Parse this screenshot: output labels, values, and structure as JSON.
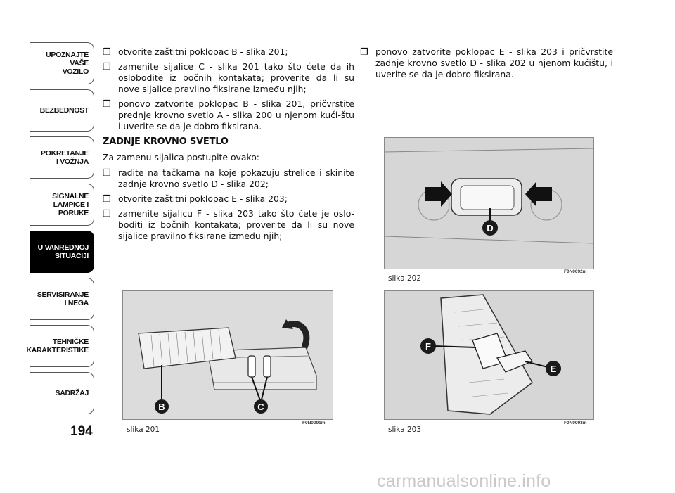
{
  "nav": {
    "tabs": [
      {
        "label": "UPOZNAJTE\nVAŠE\nVOZILO",
        "active": false
      },
      {
        "label": "BEZBEDNOST",
        "active": false
      },
      {
        "label": "POKRETANJE\nI VOŽNJA",
        "active": false
      },
      {
        "label": "SIGNALNE\nLAMPICE I PORUKE",
        "active": false
      },
      {
        "label": "U VANREDNOJ\nSITUACIJI",
        "active": true
      },
      {
        "label": "SERVISIRANJE\nI NEGA",
        "active": false
      },
      {
        "label": "TEHNIČKE\nKARAKTERISTIKE",
        "active": false
      },
      {
        "label": "SADRŽAJ",
        "active": false
      }
    ],
    "page_number": "194"
  },
  "left_column": {
    "items_top": [
      "otvorite zaštitni poklopac B - slika 201;",
      "zamenite sijalice C - slika 201 tako što ćete da ih oslobodite iz bočnih kontakata; proverite da li su nove sijalice pravilno fiksirane između njih;",
      "ponovo zatvorite poklopac B - slika 201, pričvrstite prednje krovno svetlo A - slika 200 u njenom kući-štu i uverite se da je dobro fiksirana."
    ],
    "heading": "ZADNJE KROVNO SVETLO",
    "intro": "Za zamenu sijalica postupite ovako:",
    "items_bottom": [
      "radite na tačkama na koje pokazuju strelice i skinite zadnje krovno svetlo D - slika 202;",
      "otvorite zaštitni poklopac E - slika 203;",
      "zamenite sijalicu F - slika 203 tako što ćete je oslo-boditi iz bočnih kontakata; proverite da li su nove sijalice pravilno fiksirane između njih;"
    ]
  },
  "right_column": {
    "items": [
      "ponovo zatvorite poklopac E - slika 203 i pričvrstite zadnje krovno svetlo D - slika 202 u njenom kućištu, i uverite se da je dobro fiksirana."
    ]
  },
  "bullet_glyph": "❒",
  "figures": {
    "fig201": {
      "caption": "slika 201",
      "code": "F0N0091m",
      "labels": [
        "B",
        "C"
      ]
    },
    "fig202": {
      "caption": "slika 202",
      "code": "F0N0092m",
      "labels": [
        "D"
      ]
    },
    "fig203": {
      "caption": "slika 203",
      "code": "F0N0093m",
      "labels": [
        "F",
        "E"
      ]
    }
  },
  "watermark": "carmanualsonline.info",
  "colors": {
    "callout": "#1a1a1a",
    "active_tab": "#000000",
    "figure_bg": "#dcdcdc"
  }
}
